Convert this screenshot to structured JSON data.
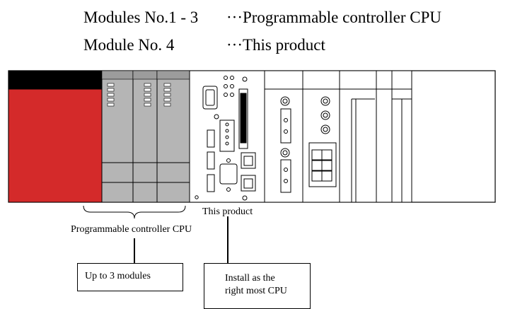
{
  "legend": [
    {
      "label": "Modules No.1 - 3",
      "description": "···Programmable controller CPU"
    },
    {
      "label": "Module No. 4",
      "description": "···This product"
    }
  ],
  "captions": {
    "this_product": "This product",
    "plc_cpu": "Programmable controller CPU"
  },
  "notes": {
    "up_to": "Up to 3 modules",
    "install_line1": "Install as the",
    "install_line2": "right most CPU"
  },
  "colors": {
    "power_supply": "#d42a2a",
    "module_gray": "#b5b5b5",
    "base_black": "#000000"
  }
}
